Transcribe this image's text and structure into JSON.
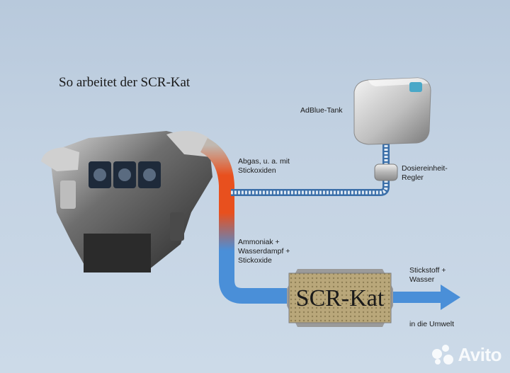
{
  "title": "So arbeitet der SCR-Kat",
  "labels": {
    "adblue_tank": "AdBlue-Tank",
    "exhaust": "Abgas, u. a. mit\nStickoxiden",
    "dosing_unit": "Dosiereinheit-\nRegler",
    "ammonia": "Ammoniak +\nWasserdampf +\nStickoxide",
    "scr_kat": "SCR-Kat",
    "nitrogen": "Stickstoff +\nWasser",
    "environment": "in die Umwelt"
  },
  "watermark": "Avito",
  "colors": {
    "pipe_blue": "#4a8fd8",
    "pipe_hot": "#e8501e",
    "catalyst": "#b9a77a",
    "adblue_line": "#3a6ea8"
  },
  "icons": [
    "engine-illustration",
    "adblue-tank-icon",
    "dosing-unit-icon",
    "catalyst-icon",
    "flow-arrow-icon",
    "avito-logo-icon"
  ]
}
